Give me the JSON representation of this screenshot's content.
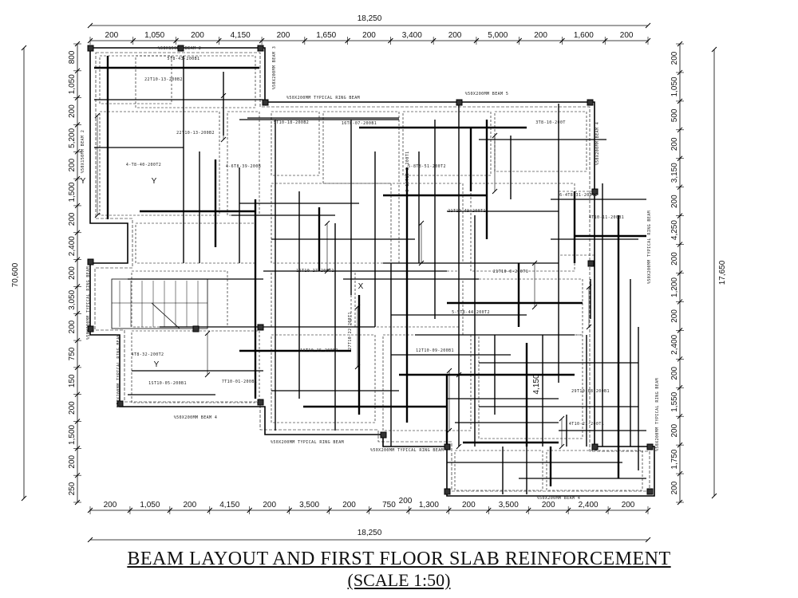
{
  "top_total": "18,250",
  "top_dims": [
    "200",
    "1,050",
    "200",
    "4,150",
    "200",
    "1,650",
    "200",
    "3,400",
    "200",
    "5,000",
    "200",
    "1,600",
    "200"
  ],
  "bottom_total": "18,250",
  "bottom_dims": [
    "200",
    "1,050",
    "200",
    "4,150",
    "200",
    "3,500",
    "200",
    "750",
    "1,300",
    "200",
    "3,500",
    "200",
    "2,400",
    "200"
  ],
  "bottom_extra": "200",
  "left_total": "70,600",
  "left_dims": [
    "800",
    "1,050",
    "200",
    "5,200",
    "200",
    "1,500",
    "200",
    "2,400",
    "200",
    "3,050",
    "200",
    "750",
    "150",
    "200",
    "1,500",
    "200",
    "250"
  ],
  "right_total": "17,650",
  "right_dims": [
    "200",
    "1,050",
    "500",
    "200",
    "3,150",
    "200",
    "4,250",
    "200",
    "1,200",
    "200",
    "2,400",
    "200",
    "1,550",
    "200",
    "1,750",
    "200"
  ],
  "center_dim": "4,150",
  "marker": "Y",
  "marker_x": "X",
  "beam_labels": [
    "%50X150MM BEAM 2",
    "%50X200MM TYPICAL RING BEAM",
    "%50X200MM BEAM 5",
    "%50X200MM BEAM 4",
    "%50X200MM TYPICAL RING BEAM",
    "%50X200MM TYPICAL RING BEAM",
    "%50X200MM BEAM 4",
    "%50X200MM BEAM 3",
    "%50X150MM BEAM 2",
    "%50X200MM TYPICAL RING BEAM",
    "%50X200MM TYPICAL RING BEAM",
    "%50X200MM BEAM 4",
    "%50X200MM TYPICAL RING BEAM",
    "%50X200MM TYPICAL RING BEAM"
  ],
  "rebar_labels": [
    "5T8-43-200B1",
    "22T10-13-200B2",
    "4-6T8-39-200B",
    "4-T8-40-200T2",
    "5T10-18-200B2",
    "16T8-07-200B1",
    "5-8T8-51-200T2",
    "8-14T10-8-200T1",
    "3T8-10-200T",
    "21T10-49-200T1",
    "6-4T8-31-200T2",
    "4T10-11-200B1",
    "16T10-27-200T1",
    "5-5T8-44-200T2",
    "27T10-22-200T1",
    "21T10-0-200T1",
    "1AT10-15-200B2",
    "12T10-09-200B1",
    "4T8-32-200T2",
    "1ST10-05-200B1",
    "7T10-01-200B1",
    "29T10-08-200B1",
    "4T10-21-200T1",
    "22T10-13-200B2"
  ],
  "title": "BEAM LAYOUT AND FIRST FLOOR SLAB REINFORCEMENT",
  "scale": "(SCALE 1:50)"
}
